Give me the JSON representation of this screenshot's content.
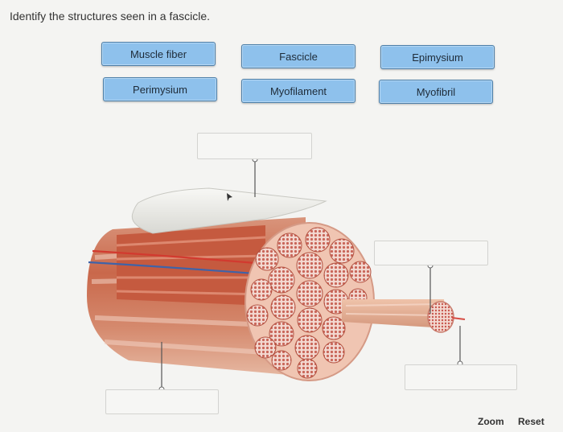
{
  "question": "Identify the structures seen in a fascicle.",
  "labels": [
    {
      "id": "muscle-fiber",
      "text": "Muscle fiber"
    },
    {
      "id": "fascicle",
      "text": "Fascicle"
    },
    {
      "id": "epimysium",
      "text": "Epimysium"
    },
    {
      "id": "perimysium",
      "text": "Perimysium"
    },
    {
      "id": "myofilament",
      "text": "Myofilament"
    },
    {
      "id": "myofibril",
      "text": "Myofibril"
    }
  ],
  "controls": {
    "zoom": "Zoom",
    "reset": "Reset"
  },
  "colors": {
    "label_fill": "#8ec1ec",
    "label_border": "#4d7fa9",
    "muscle_red": "#c9684b",
    "muscle_light": "#e8b49c",
    "fiber_pink": "#f7e6e1"
  }
}
